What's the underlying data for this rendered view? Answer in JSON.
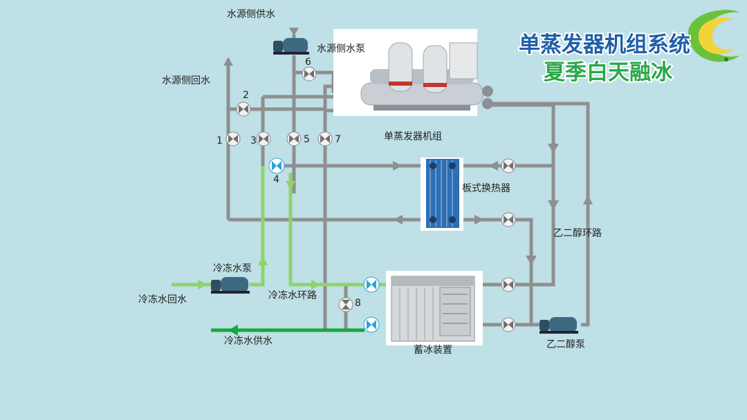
{
  "title": {
    "line1": "单蒸发器机组系统",
    "line2": "夏季白天融冰"
  },
  "labels": {
    "source_supply": "水源侧供水",
    "source_pump": "水源侧水泵",
    "source_return": "水源侧回水",
    "chiller": "单蒸发器机组",
    "plate_hx": "板式换热器",
    "glycol_loop": "乙二醇环路",
    "chilled_pump": "冷冻水泵",
    "chilled_return": "冷冻水回水",
    "chilled_loop": "冷冻水环路",
    "chilled_supply": "冷冻水供水",
    "ice_storage": "蓄冰装置",
    "glycol_pump": "乙二醇泵"
  },
  "valve_numbers": [
    "1",
    "2",
    "3",
    "4",
    "5",
    "6",
    "7",
    "8"
  ],
  "colors": {
    "background": "#bee0e6",
    "pipe_gray": "#8f8f8f",
    "pipe_green_light": "#8fd36a",
    "pipe_green_dark": "#17a83a",
    "valve_active": "#2aa6d6",
    "title_blue": "#1f5fa8",
    "title_green": "#2aa84a"
  },
  "icons": [
    "pump-icon",
    "valve-icon",
    "chiller-icon",
    "plate-heat-exchanger-icon",
    "ice-storage-icon",
    "logo-icon"
  ]
}
